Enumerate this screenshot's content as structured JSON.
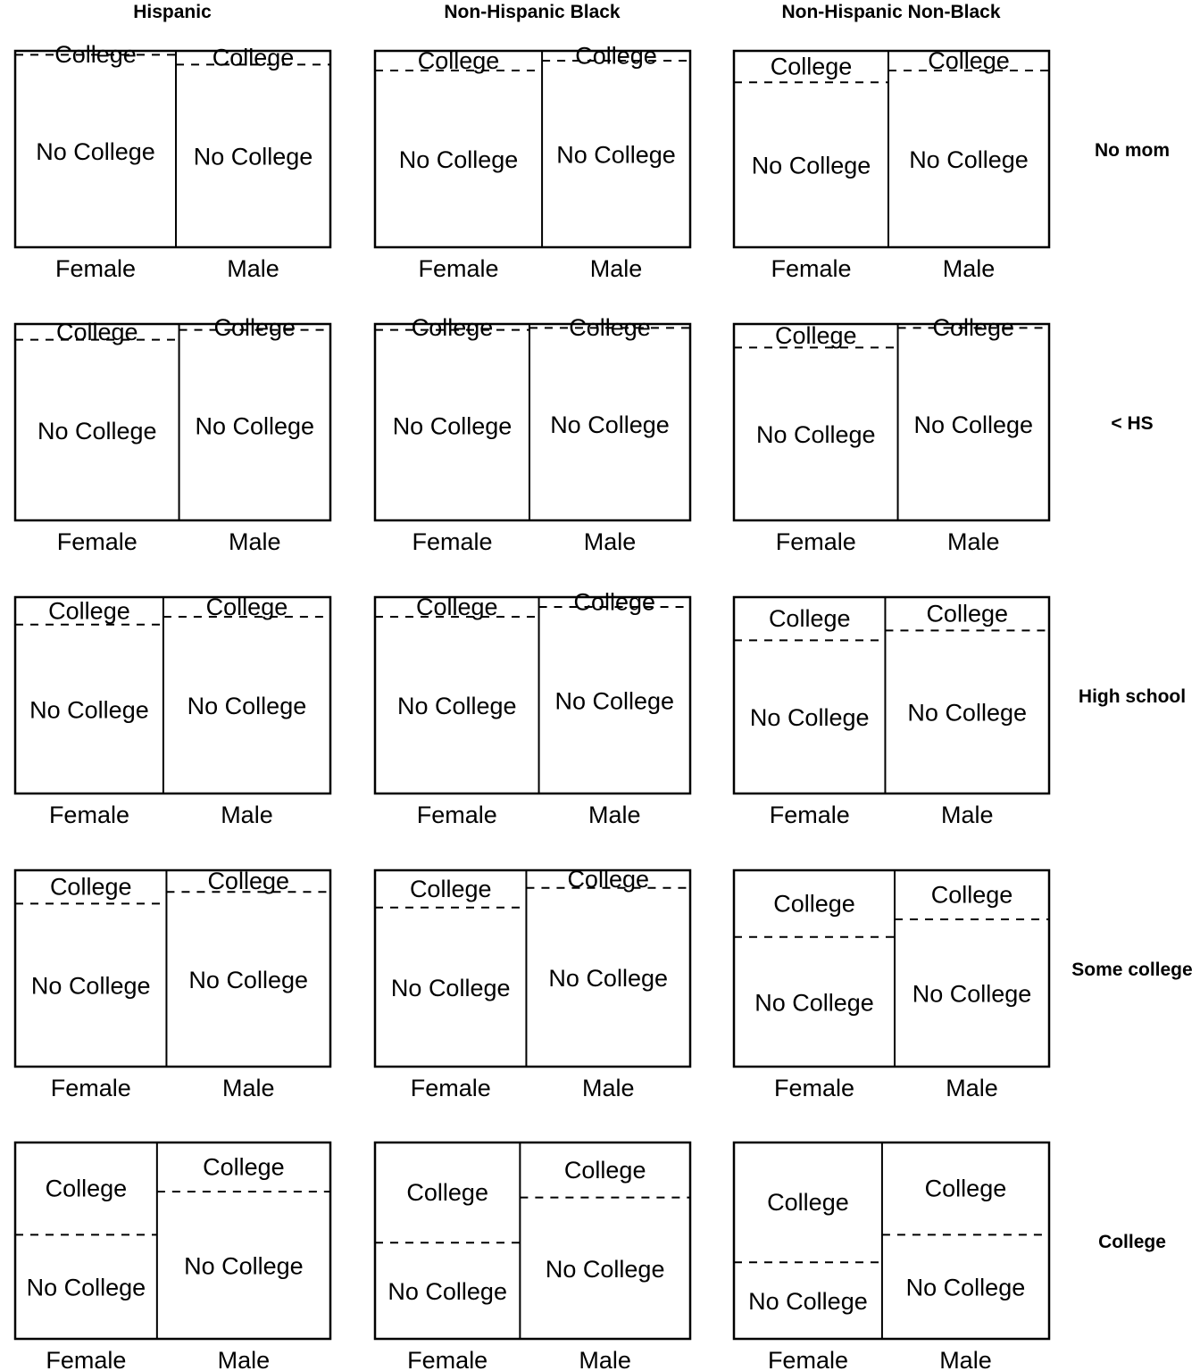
{
  "chart_data": {
    "type": "mosaic",
    "columns": [
      "Hispanic",
      "Non-Hispanic Black",
      "Non-Hispanic Non-Black"
    ],
    "rows": [
      "No mom",
      "< HS",
      "High school",
      "Some college",
      "College"
    ],
    "x_categories": [
      "Female",
      "Male"
    ],
    "y_categories": [
      "College",
      "No College"
    ],
    "panels": [
      [
        {
          "female_share": 0.51,
          "college_female": 0.02,
          "college_male": 0.07
        },
        {
          "female_share": 0.52,
          "college_female": 0.08,
          "college_male": 0.03
        },
        {
          "female_share": 0.47,
          "college_female": 0.14,
          "college_male": 0.1
        },
        {
          "female_share": 0.48,
          "college_female": 0.17,
          "college_male": 0.11
        },
        {
          "female_share": 0.45,
          "college_female": 0.47,
          "college_male": 0.25
        }
      ],
      [
        {
          "female_share": 0.53,
          "college_female": 0.1,
          "college_male": 0.05
        },
        {
          "female_share": 0.49,
          "college_female": 0.03,
          "college_male": 0.02
        },
        {
          "female_share": 0.52,
          "college_female": 0.1,
          "college_male": 0.05
        },
        {
          "female_share": 0.48,
          "college_female": 0.19,
          "college_male": 0.09
        },
        {
          "female_share": 0.46,
          "college_female": 0.51,
          "college_male": 0.28
        }
      ],
      [
        {
          "female_share": 0.49,
          "college_female": 0.16,
          "college_male": 0.1
        },
        {
          "female_share": 0.52,
          "college_female": 0.12,
          "college_male": 0.02
        },
        {
          "female_share": 0.48,
          "college_female": 0.22,
          "college_male": 0.17
        },
        {
          "female_share": 0.51,
          "college_female": 0.34,
          "college_male": 0.25
        },
        {
          "female_share": 0.47,
          "college_female": 0.61,
          "college_male": 0.47
        }
      ]
    ]
  }
}
